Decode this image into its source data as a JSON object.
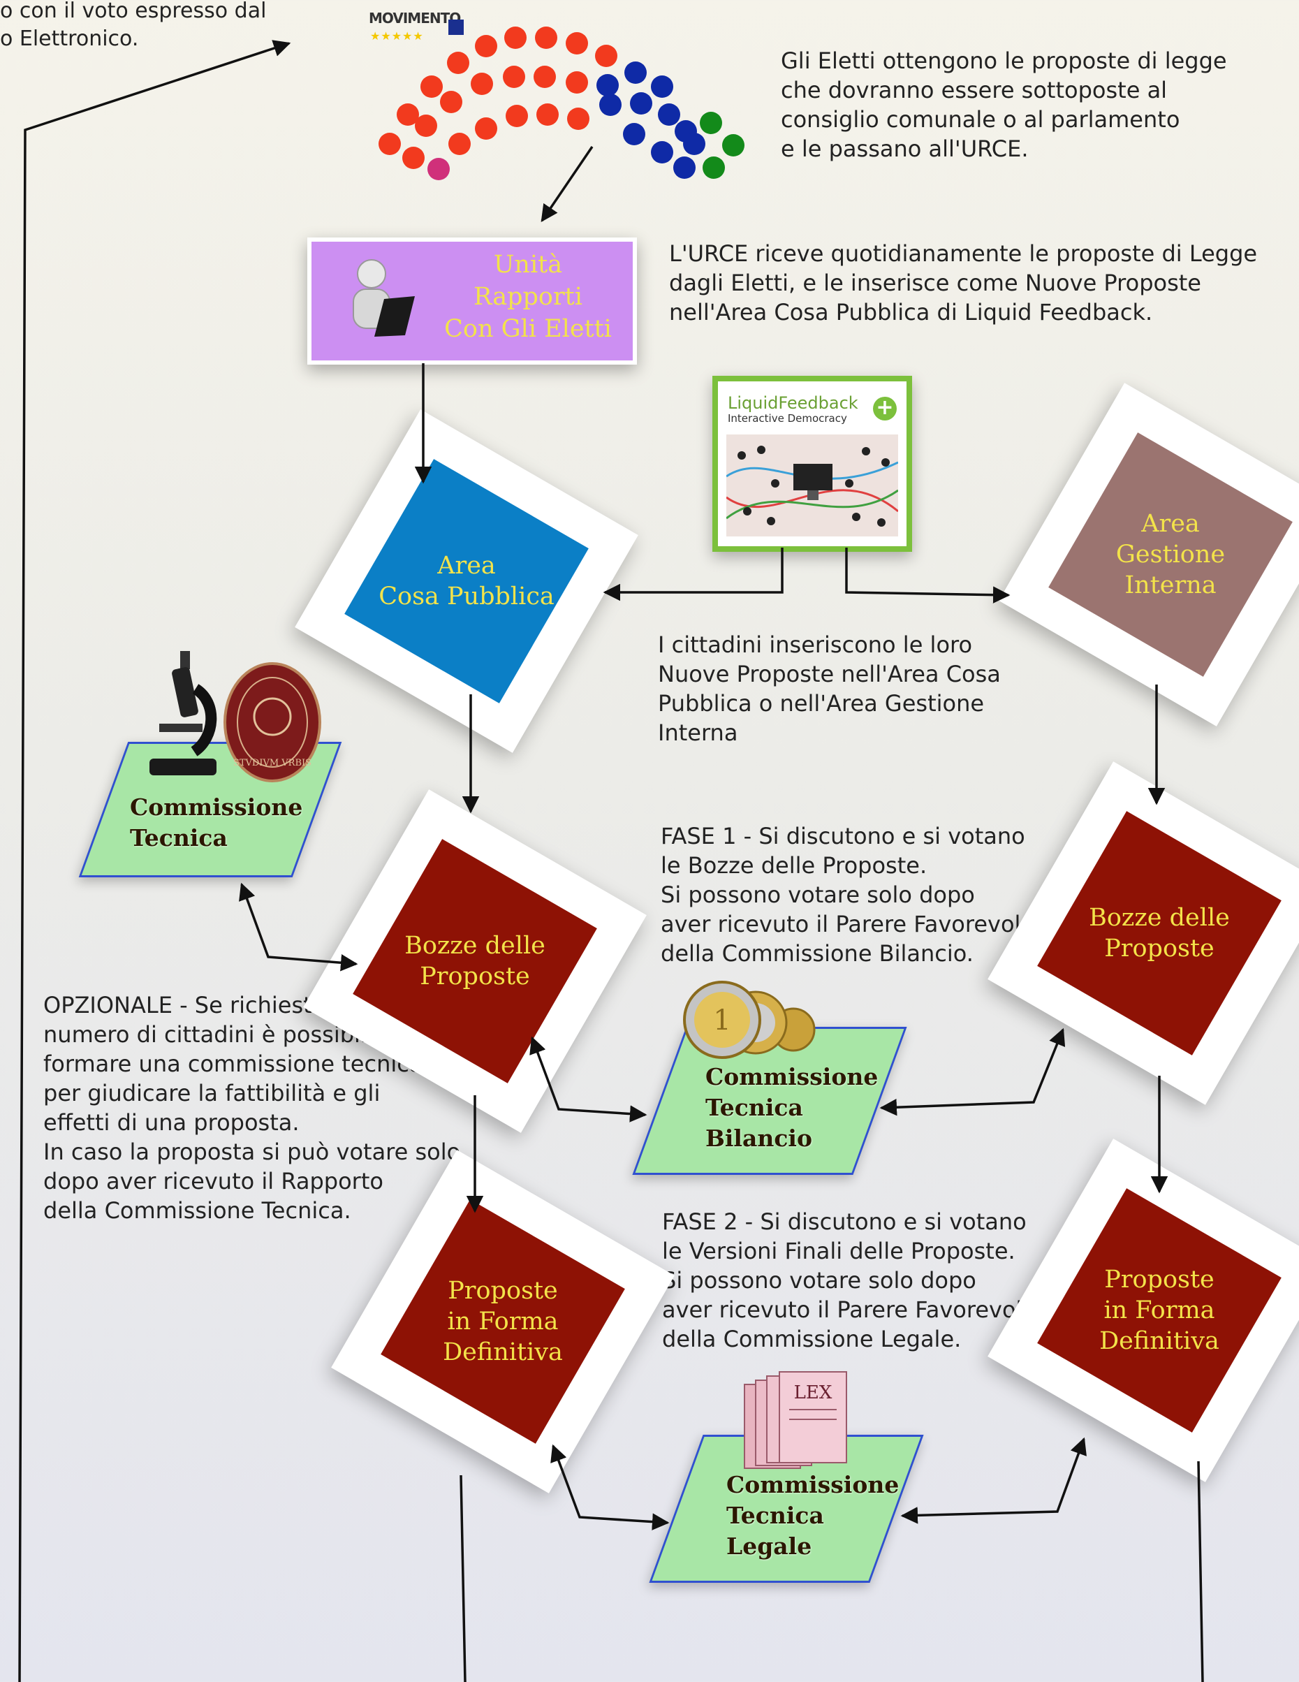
{
  "top_text": "o con il voto espresso dal\no Elettronico.",
  "logo": {
    "text": "MOVIMENTO",
    "stars": "★★★★★"
  },
  "texts": {
    "eletti": "Gli Eletti ottengono le proposte di legge\nche dovranno essere sottoposte al\nconsiglio comunale o al parlamento\ne le passano all'URCE.",
    "urce": "L'URCE riceve quotidianamente le proposte di Legge\ndagli Eletti, e le inserisce come Nuove Proposte\nnell'Area Cosa Pubblica di Liquid Feedback.",
    "cittadini": "I cittadini inseriscono le loro\nNuove Proposte nell'Area Cosa\nPubblica o nell'Area Gestione\nInterna",
    "fase1": "FASE 1 - Si discutono e si votano\nle Bozze delle Proposte.\nSi possono votare solo dopo\naver ricevuto il Parere Favorevole\ndella Commissione Bilancio.",
    "fase2": "FASE 2 - Si discutono e si votano\nle Versioni Finali delle Proposte.\nSi possono votare solo dopo\naver ricevuto il Parere Favorevole\ndella Commissione Legale.",
    "opzionale": "OPZIONALE - Se richiesto da un\nnumero di cittadini è possibile\nformare una commissione tecnica\nper giudicare la fattibilità e gli\neffetti di una proposta.\nIn caso la proposta si può votare solo\ndopo aver ricevuto il Rapporto\ndella Commissione Tecnica."
  },
  "urce_box": {
    "label": "Unità\nRapporti\nCon Gli Eletti"
  },
  "liquidfeedback": {
    "title": "LiquidFeedback",
    "subtitle": "Interactive Democracy"
  },
  "diamonds": {
    "cosa_pubblica": {
      "label": "Area\nCosa Pubblica",
      "color": "#0b7fc6"
    },
    "gestione_interna": {
      "label": "Area\nGestione\nInterna",
      "color": "#9b7470"
    },
    "bozze_left": {
      "label": "Bozze delle\nProposte",
      "color": "#8e1205"
    },
    "bozze_right": {
      "label": "Bozze delle\nProposte",
      "color": "#8e1205"
    },
    "definitiva_left": {
      "label": "Proposte\nin Forma\nDefinitiva",
      "color": "#8e1205"
    },
    "definitiva_right": {
      "label": "Proposte\nin Forma\nDefinitiva",
      "color": "#8e1205"
    }
  },
  "commissions": {
    "tecnica": {
      "label": "Commissione\nTecnica"
    },
    "bilancio": {
      "label": "Commissione\nTecnica\nBilancio"
    },
    "legale": {
      "label": "Commissione\nTecnica\nLegale"
    }
  },
  "emblem": {
    "text": "STVDIVM VRBIS"
  },
  "lex_book": {
    "title": "LEX"
  },
  "colors": {
    "parliament_red": "#f23a1e",
    "parliament_blue": "#0f2aa6",
    "parliament_green": "#138a1a",
    "parliament_pink": "#d0307a",
    "commission_fill": "#a8e6a6",
    "commission_border": "#3050d0"
  }
}
